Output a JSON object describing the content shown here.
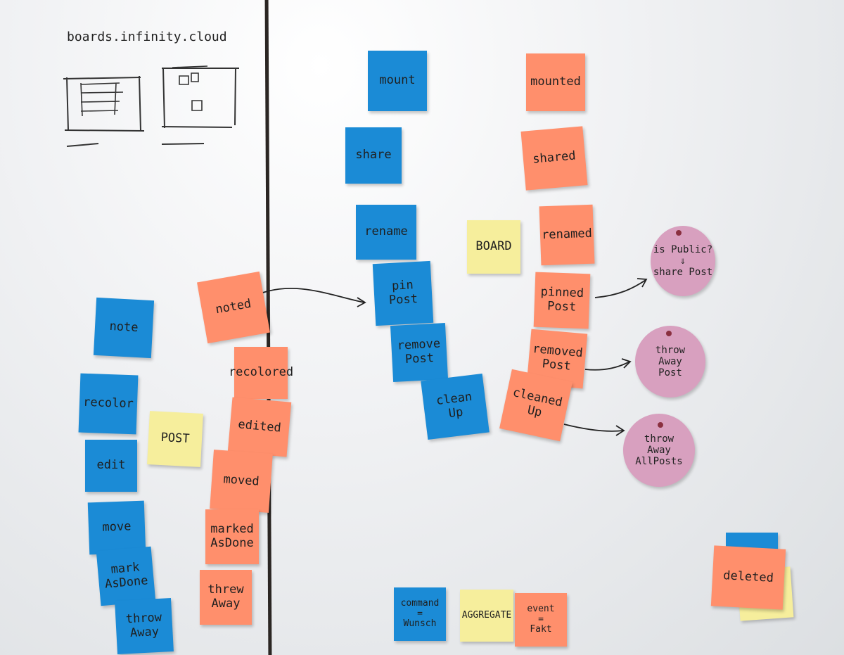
{
  "title_text": "boards.infinity.cloud",
  "post_commands": [
    "note",
    "recolor",
    "edit",
    "move",
    "mark\nAsDone",
    "throw\nAway"
  ],
  "post_events": [
    "noted",
    "recolored",
    "edited",
    "moved",
    "marked\nAsDone",
    "threw\nAway"
  ],
  "post_aggregate": "POST",
  "board_commands": [
    "mount",
    "share",
    "rename",
    "pin\nPost",
    "remove\nPost",
    "clean\nUp"
  ],
  "board_events": [
    "mounted",
    "shared",
    "renamed",
    "pinned\nPost",
    "removed\nPost",
    "cleaned\nUp"
  ],
  "board_aggregate": "BOARD",
  "policies": [
    "is Public?\n⇓\nshare Post",
    "throw\nAway\nPost",
    "throw\nAway\nAllPosts"
  ],
  "deleted_note": "deleted",
  "legend": {
    "command": "command\n=\nWunsch",
    "aggregate": "AGGREGATE",
    "event": "event\n=\nFakt"
  },
  "colors": {
    "command": "#1b8bd6",
    "event": "#ff8f6c",
    "aggregate": "#f6ee9c",
    "policy": "#d8a0bf"
  }
}
